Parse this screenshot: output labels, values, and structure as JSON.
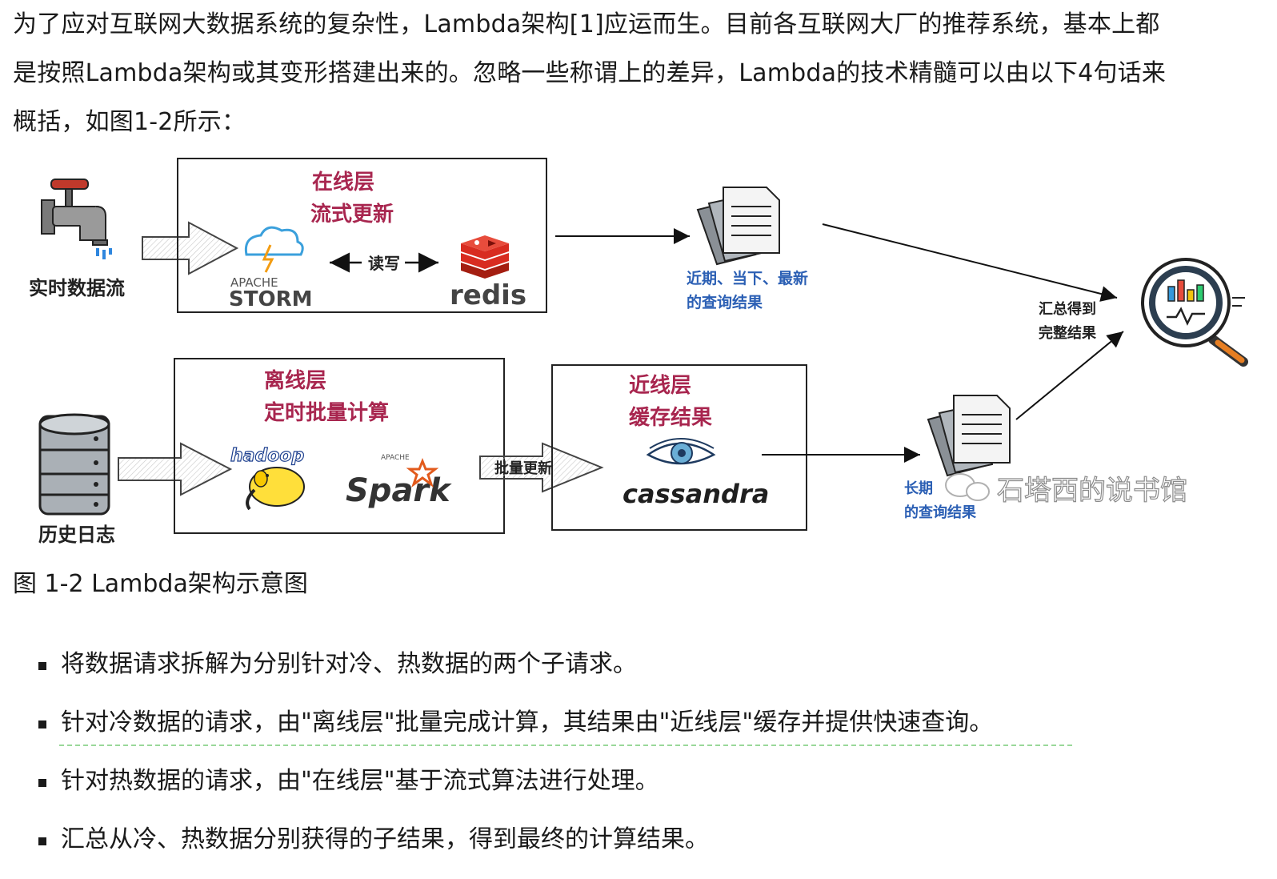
{
  "intro": {
    "line1": "为了应对互联网大数据系统的复杂性，Lambda架构[1]应运而生。目前各互联网大厂的推荐系统，基本上都",
    "line2": "是按照Lambda架构或其变形搭建出来的。忽略一些称谓上的差异，Lambda的技术精髓可以由以下4句话来",
    "line3": "概括，如图1-2所示："
  },
  "diagram": {
    "realtime_source": "实时数据流",
    "history_source": "历史日志",
    "online_layer": {
      "title": "在线层",
      "subtitle": "流式更新"
    },
    "storm": {
      "top": "APACHE",
      "bottom": "STORM"
    },
    "rw_label": "读写",
    "redis": "redis",
    "recent_result": {
      "line1": "近期、当下、最新",
      "line2": "的查询结果"
    },
    "merge_label": {
      "line1": "汇总得到",
      "line2": "完整结果"
    },
    "offline_layer": {
      "title": "离线层",
      "subtitle": "定时批量计算"
    },
    "hadoop": "hadoop",
    "spark": {
      "small": "APACHE",
      "name": "Spark"
    },
    "batch_update": "批量更新",
    "nearline_layer": {
      "title": "近线层",
      "subtitle": "缓存结果"
    },
    "cassandra": "cassandra",
    "longterm_result": {
      "line1": "长期",
      "line2": "的查询结果"
    },
    "watermark": "石塔西的说书馆",
    "colors": {
      "layer_title": "#a8264f",
      "result_text": "#2b5fb4",
      "storm_blue": "#3ba0dc",
      "redis_red": "#d82c20"
    }
  },
  "caption": "图 1-2 Lambda架构示意图",
  "bullets": [
    "将数据请求拆解为分别针对冷、热数据的两个子请求。",
    "针对冷数据的请求，由\"离线层\"批量完成计算，其结果由\"近线层\"缓存并提供快速查询。",
    "针对热数据的请求，由\"在线层\"基于流式算法进行处理。",
    "汇总从冷、热数据分别获得的子结果，得到最终的计算结果。"
  ]
}
